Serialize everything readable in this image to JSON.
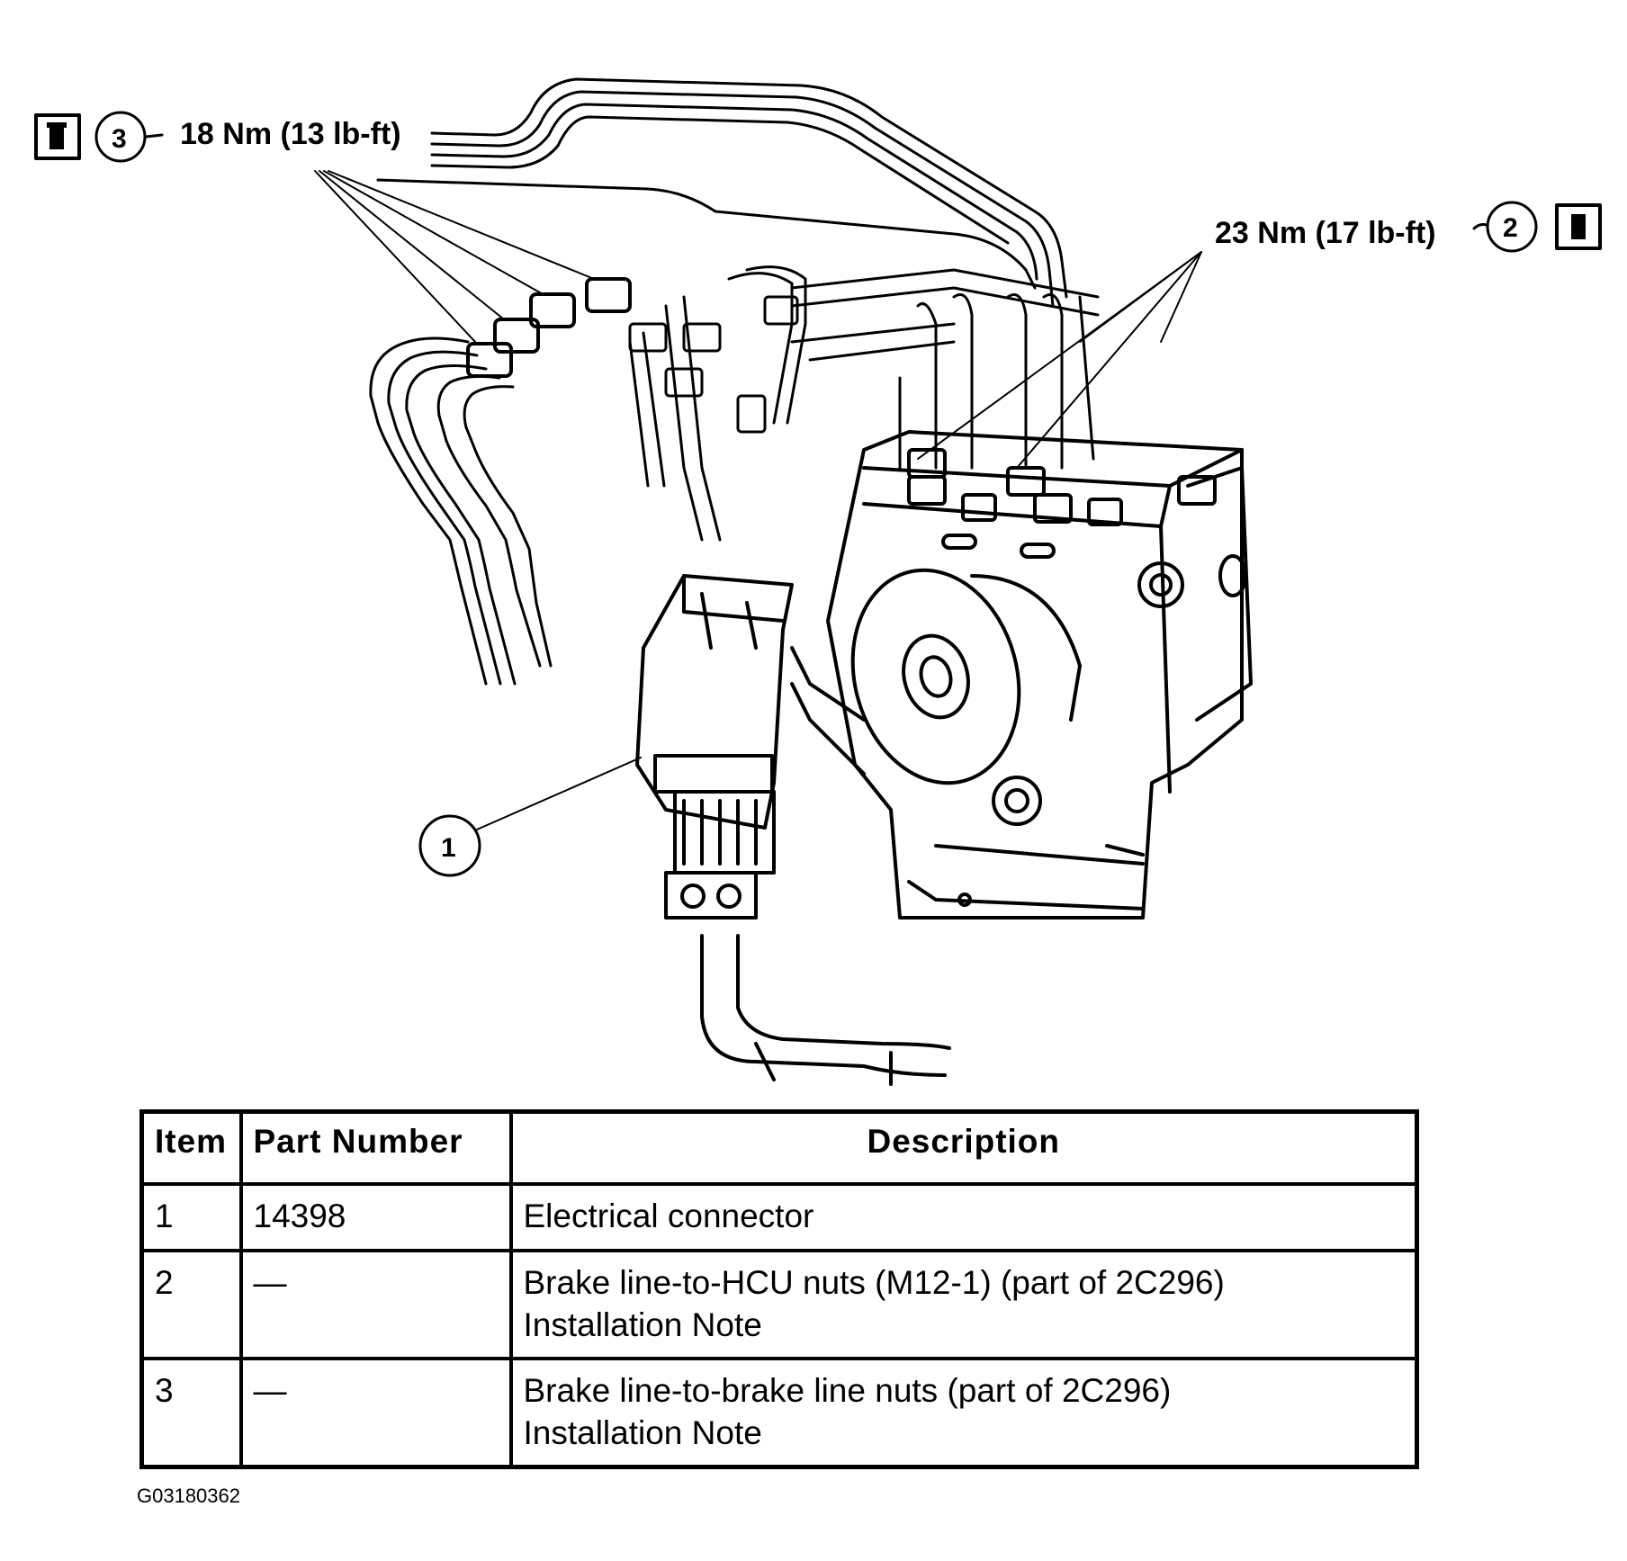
{
  "callouts": {
    "torque_3": "18 Nm (13 lb-ft)",
    "torque_2": "23 Nm (17 lb-ft)",
    "item_3": "3",
    "item_2": "2",
    "item_1": "1"
  },
  "table": {
    "headers": {
      "item": "Item",
      "part_number": "Part Number",
      "description": "Description"
    },
    "rows": [
      {
        "item": "1",
        "part_number": "14398",
        "description": [
          "Electrical connector"
        ]
      },
      {
        "item": "2",
        "part_number": "—",
        "description": [
          "Brake line-to-HCU nuts (M12-1) (part of 2C296)",
          "Installation Note"
        ]
      },
      {
        "item": "3",
        "part_number": "—",
        "description": [
          "Brake line-to-brake line nuts (part of 2C296)",
          "Installation Note"
        ]
      }
    ]
  },
  "figure_code": "G03180362",
  "icons": [
    "install-note-icon",
    "brake-line-assembly",
    "abs-hcu-unit",
    "electrical-connector"
  ]
}
